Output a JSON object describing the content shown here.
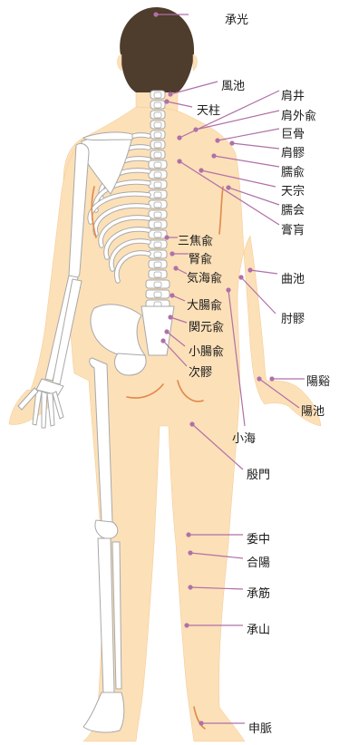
{
  "colors": {
    "skin": "#fce0b8",
    "skin_edge": "#f5c890",
    "hair": "#4e3c2c",
    "bone": "#ffffff",
    "bone_outline": "#a8a8a8",
    "leader": "#b070a8",
    "point": "#b070a8",
    "contour": "#e0894a"
  },
  "points": [
    {
      "id": "shoukou",
      "label": "承光"
    },
    {
      "id": "fuuchi",
      "label": "風池"
    },
    {
      "id": "tenchuu",
      "label": "天柱"
    },
    {
      "id": "kensei",
      "label": "肩井"
    },
    {
      "id": "kengaiyu",
      "label": "肩外兪"
    },
    {
      "id": "kokotsu",
      "label": "巨骨"
    },
    {
      "id": "kenryou",
      "label": "肩髎"
    },
    {
      "id": "jukuyu",
      "label": "臑兪"
    },
    {
      "id": "tensou",
      "label": "天宗"
    },
    {
      "id": "jukue",
      "label": "臑会"
    },
    {
      "id": "koukou",
      "label": "膏肓"
    },
    {
      "id": "sanshouyu",
      "label": "三焦兪"
    },
    {
      "id": "jinyu",
      "label": "腎兪"
    },
    {
      "id": "kikaiyu",
      "label": "気海兪"
    },
    {
      "id": "kyokuchi",
      "label": "曲池"
    },
    {
      "id": "daichouyu",
      "label": "大腸兪"
    },
    {
      "id": "chuuryou",
      "label": "肘髎"
    },
    {
      "id": "kangenyu",
      "label": "関元兪"
    },
    {
      "id": "shouchouyu",
      "label": "小腸兪"
    },
    {
      "id": "jiryou",
      "label": "次髎"
    },
    {
      "id": "youkei",
      "label": "陽谿"
    },
    {
      "id": "youchi",
      "label": "陽池"
    },
    {
      "id": "shoukai",
      "label": "小海"
    },
    {
      "id": "inmon",
      "label": "殷門"
    },
    {
      "id": "ichuu",
      "label": "委中"
    },
    {
      "id": "gouyou",
      "label": "合陽"
    },
    {
      "id": "shoukin",
      "label": "承筋"
    },
    {
      "id": "shouzan",
      "label": "承山"
    },
    {
      "id": "shinmyaku",
      "label": "申脈"
    }
  ]
}
